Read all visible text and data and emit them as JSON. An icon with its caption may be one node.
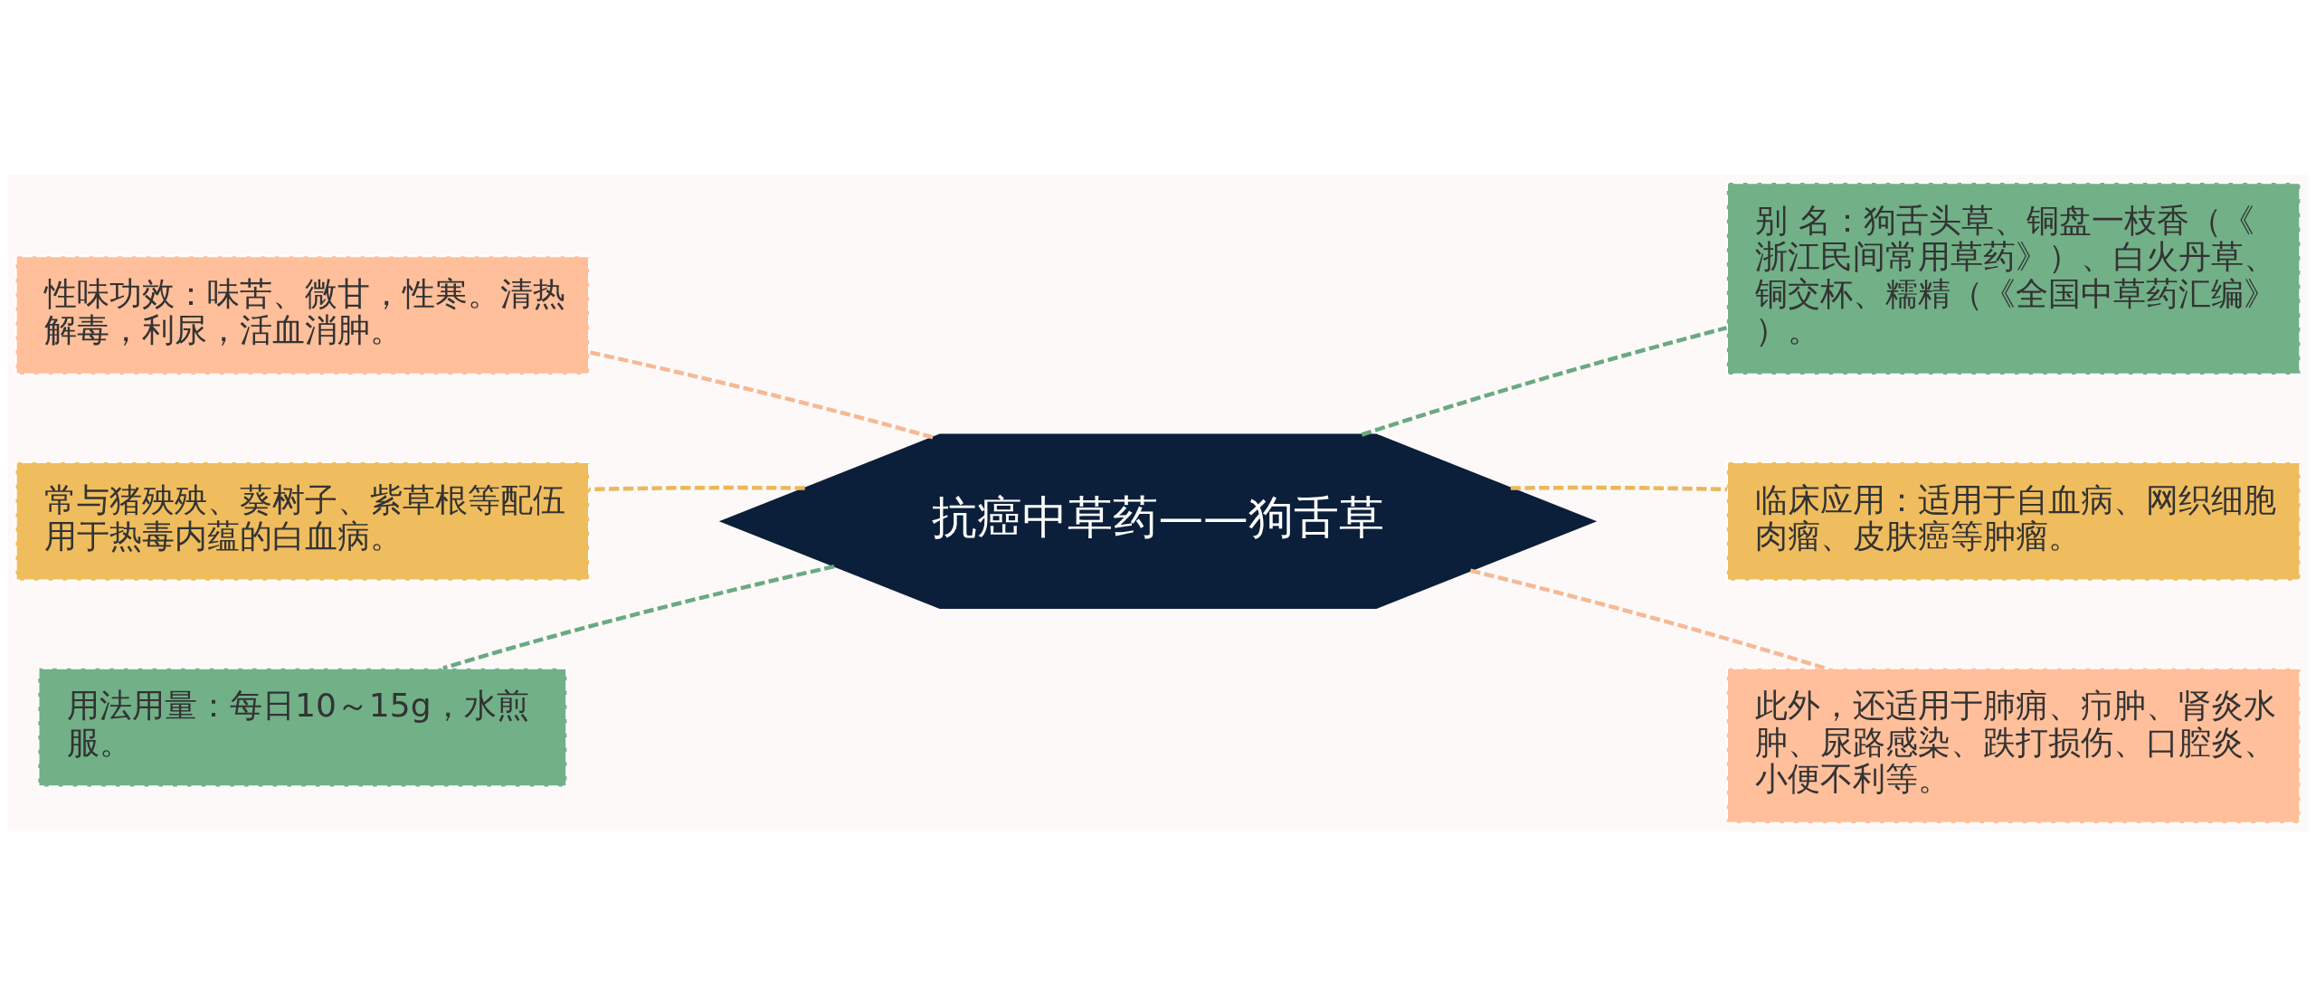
{
  "diagram": {
    "nodes": [
      {
        "text": [
          "抗癌中草药——狗舌草"
        ]
      },
      {
        "text": [
          "性味功效：味苦、微甘，性寒。清热解毒，利尿，活血消肿。"
        ]
      },
      {
        "text": [
          "常与猪殃殃、葵树子、紫草根等配伍用于热毒内蕴的白血病。"
        ]
      },
      {
        "text": [
          "用法用量：每日10～15g，水煎服。"
        ]
      },
      {
        "text": [
          "别 名：狗舌头草、铜盘一枝香（《浙江民间常用草药》）、白火丹草、铜交杯、糯精（《全国中草药汇编》）。"
        ]
      },
      {
        "text": [
          "临床应用：适用于自血病、网织细胞肉瘤、皮肤癌等肿瘤。"
        ]
      },
      {
        "text": [
          "此外，还适用于肺痈、疖肿、肾炎水肿、尿路感染、跌打损伤、口腔炎、小便不利等。"
        ]
      }
    ],
    "edges": [
      {
        "from": 0,
        "to": 1,
        "arrow": "none",
        "style": "dashed",
        "color": "#f5b994"
      },
      {
        "from": 0,
        "to": 2,
        "arrow": "none",
        "style": "dashed",
        "color": "#eab85c"
      },
      {
        "from": 0,
        "to": 3,
        "arrow": "none",
        "style": "dashed",
        "color": "#6aa982"
      },
      {
        "from": 0,
        "to": 4,
        "arrow": "none",
        "style": "dashed",
        "color": "#6aa982"
      },
      {
        "from": 0,
        "to": 5,
        "arrow": "none",
        "style": "dashed",
        "color": "#eab85c"
      },
      {
        "from": 0,
        "to": 6,
        "arrow": "none",
        "style": "dashed",
        "color": "#f5b994"
      }
    ]
  }
}
